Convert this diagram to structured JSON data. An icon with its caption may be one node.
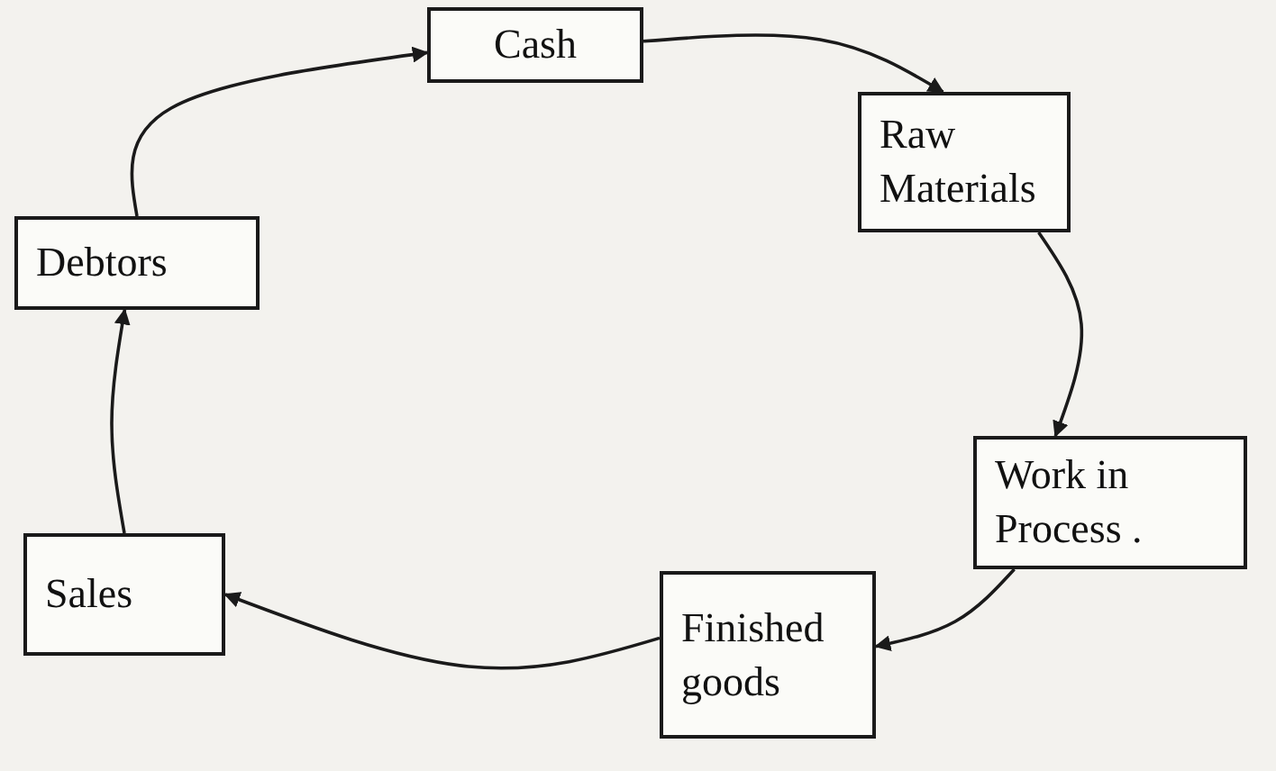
{
  "diagram": {
    "nodes": [
      {
        "text": [
          "Cash"
        ]
      },
      {
        "text": [
          "Raw Materials"
        ]
      },
      {
        "text": [
          "Work in Process ."
        ]
      },
      {
        "text": [
          "Finished goods"
        ]
      },
      {
        "text": [
          "Sales"
        ]
      },
      {
        "text": [
          "Debtors"
        ]
      }
    ],
    "edges": [
      {
        "from": 0,
        "to": 1,
        "arrow": "to"
      },
      {
        "from": 1,
        "to": 2,
        "arrow": "to"
      },
      {
        "from": 2,
        "to": 3,
        "arrow": "to"
      },
      {
        "from": 3,
        "to": 4,
        "arrow": "to"
      },
      {
        "from": 4,
        "to": 5,
        "arrow": "to"
      },
      {
        "from": 5,
        "to": 0,
        "arrow": "to"
      }
    ]
  }
}
